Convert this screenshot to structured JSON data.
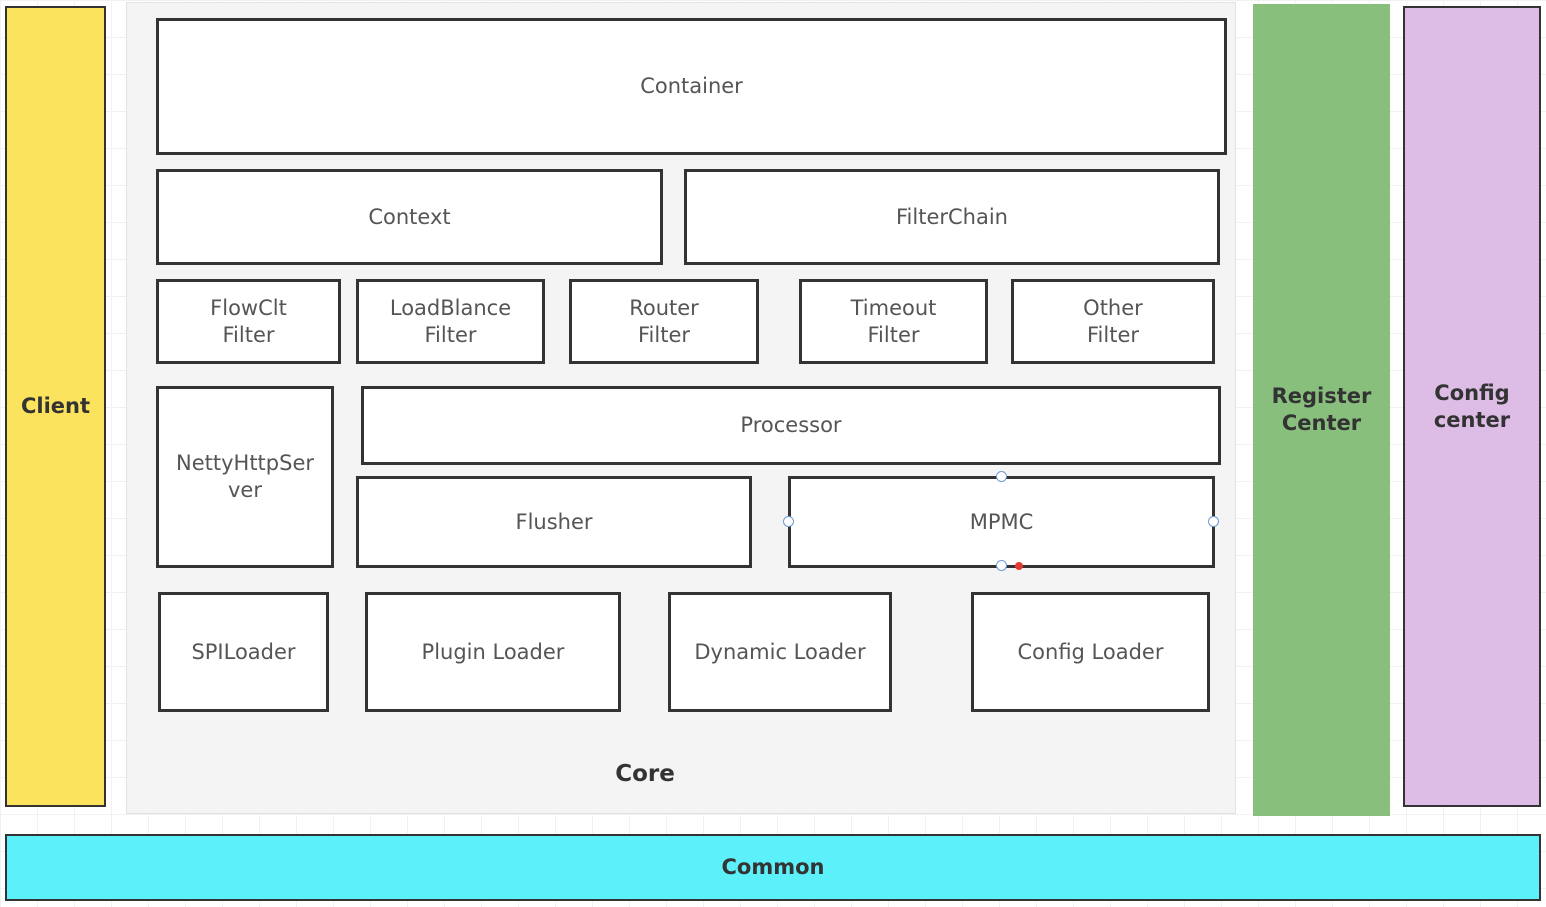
{
  "columns": {
    "client": "Client",
    "register_center": "Register\nCenter",
    "config_center": "Config\ncenter",
    "common": "Common"
  },
  "colors": {
    "client": "#fbe35d",
    "register_center": "#88bf7d",
    "config_center": "#ddbde6",
    "common": "#5cf0fb",
    "core_background": "#f4f4f4"
  },
  "core": {
    "label": "Core",
    "container": "Container",
    "context": "Context",
    "filter_chain": "FilterChain",
    "filters": [
      "FlowClt\nFilter",
      "LoadBlance\nFilter",
      "Router\nFilter",
      "Timeout\nFilter",
      "Other\nFilter"
    ],
    "netty_http_server": "NettyHttpSer\nver",
    "processor": "Processor",
    "flusher": "Flusher",
    "mpmc": "MPMC",
    "loaders": [
      "SPILoader",
      "Plugin Loader",
      "Dynamic Loader",
      "Config Loader"
    ]
  }
}
